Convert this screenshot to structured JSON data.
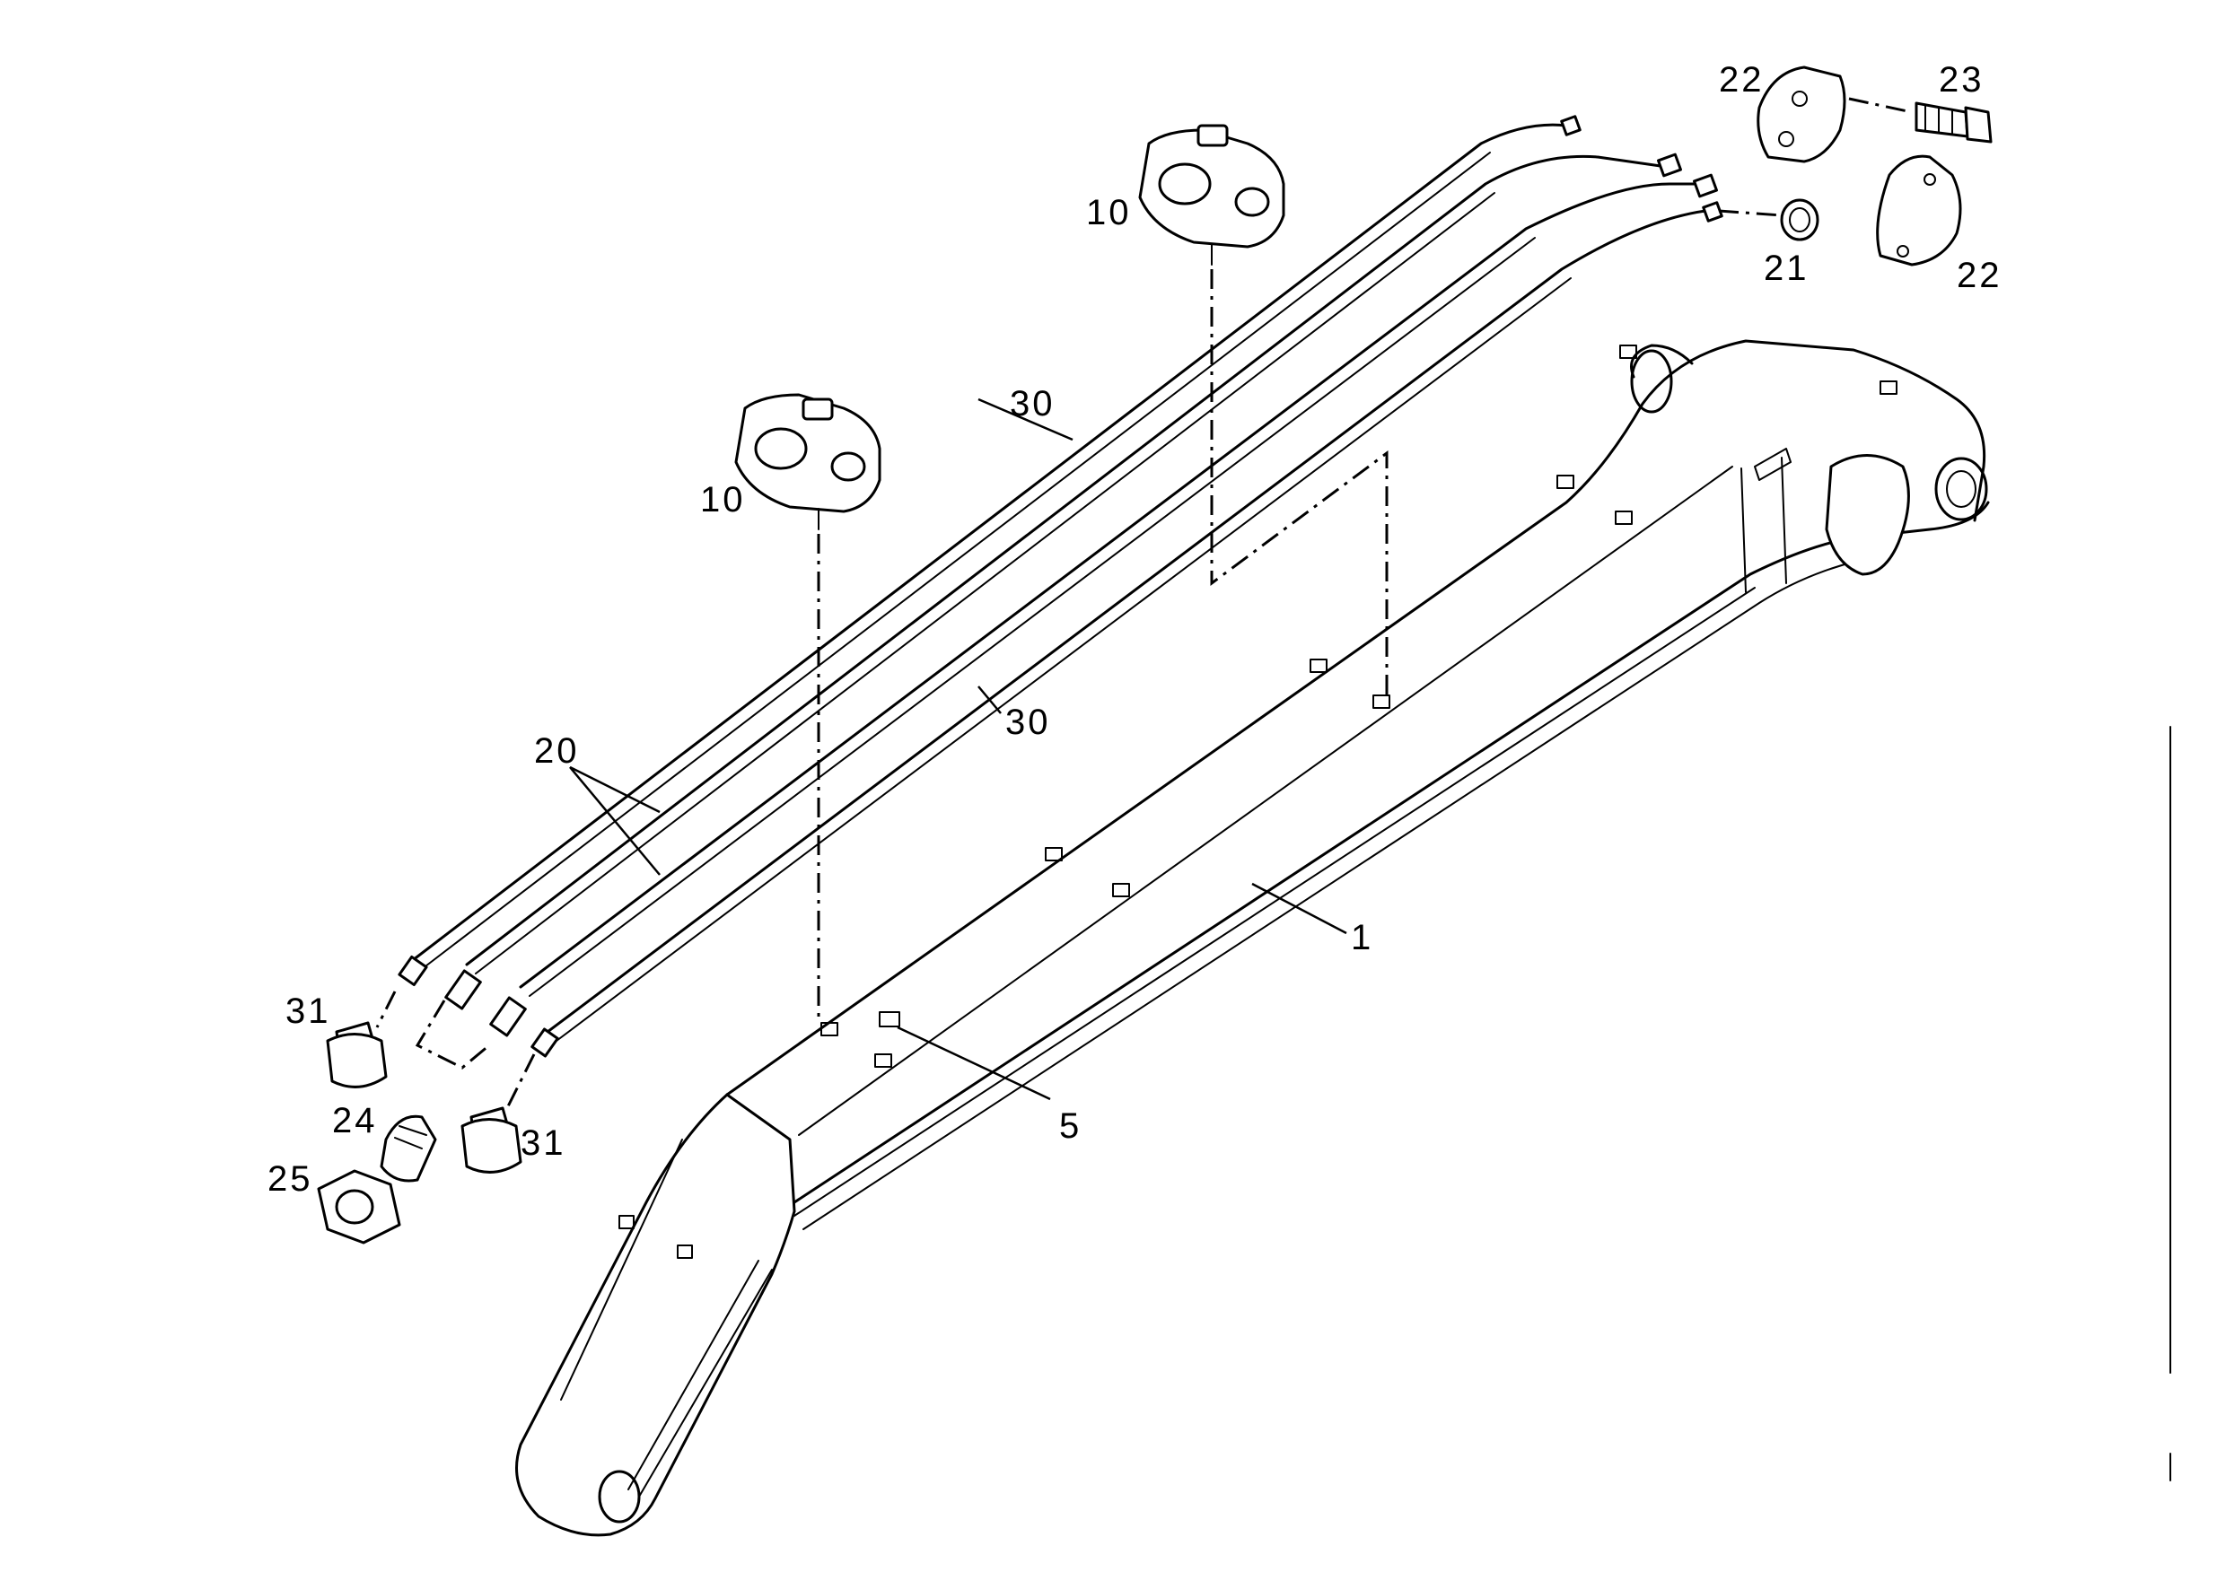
{
  "callouts": {
    "c1": "1",
    "c5": "5",
    "c10a": "10",
    "c10b": "10",
    "c20": "20",
    "c21": "21",
    "c22a": "22",
    "c22b": "22",
    "c23": "23",
    "c24": "24",
    "c25": "25",
    "c30a": "30",
    "c30b": "30",
    "c31a": "31",
    "c31b": "31"
  },
  "colors": {
    "ink": "#000000",
    "paper": "#ffffff"
  }
}
